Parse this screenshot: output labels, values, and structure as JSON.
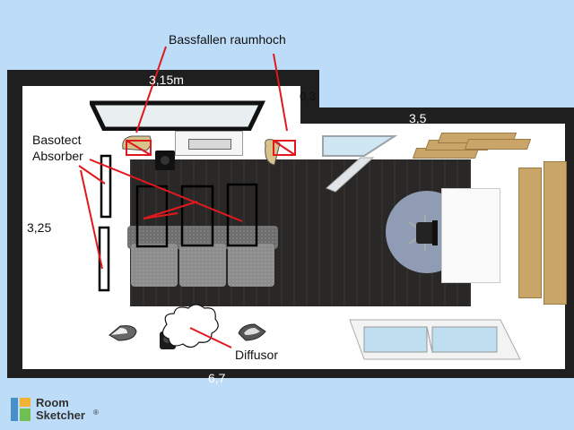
{
  "labels": {
    "bassfallen": "Bassfallen raumhoch",
    "basotect_line1": "Basotect",
    "basotect_line2": "Absorber",
    "dim_top": "3,15m",
    "dim_notch": "0,3",
    "dim_right": "3,5",
    "dim_left": "3,25",
    "dim_bottom": "6,7",
    "diffusor": "Diffusor"
  },
  "logo": {
    "line1": "Room",
    "line2": "Sketcher",
    "mark": "®"
  },
  "colors": {
    "background": "#bddcf7",
    "wall": "#1f1f1f",
    "annotation_red": "#e0191f",
    "shelf_wood": "#caa569"
  },
  "icons": {
    "speaker": "speaker-icon",
    "subwoofer": "subwoofer-icon",
    "chair": "office-chair-icon",
    "cloud": "cloud-icon"
  }
}
